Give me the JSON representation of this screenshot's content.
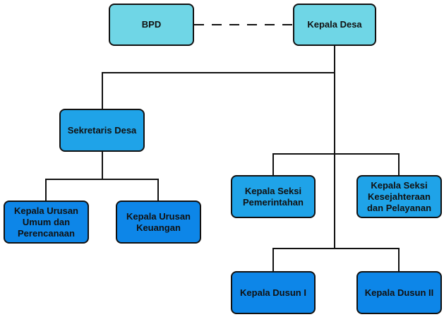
{
  "diagram": {
    "type": "organization-chart",
    "colors": {
      "top_level": "#6fd6e6",
      "middle_level": "#1fa3e8",
      "lower_level": "#0d86e8",
      "border": "#111111",
      "connector": "#111111"
    },
    "nodes": {
      "bpd": "BPD",
      "kepala_desa": "Kepala Desa",
      "sekretaris_desa": "Sekretaris Desa",
      "kaur_umum": "Kepala Urusan\nUmum dan\nPerencanaan",
      "kaur_keuangan": "Kepala Urusan\nKeuangan",
      "kasi_pemerintahan": "Kepala Seksi\nPemerintahan",
      "kasi_kesejahteraan": "Kepala Seksi\nKesejahteraan\ndan Pelayanan",
      "kadus_1": "Kepala Dusun I",
      "kadus_2": "Kepala Dusun II"
    },
    "relations": [
      {
        "from": "BPD",
        "to": "Kepala Desa",
        "style": "dashed"
      },
      {
        "from": "Kepala Desa",
        "to": "Sekretaris Desa",
        "style": "solid"
      },
      {
        "from": "Sekretaris Desa",
        "to": "Kepala Urusan Umum dan Perencanaan",
        "style": "solid"
      },
      {
        "from": "Sekretaris Desa",
        "to": "Kepala Urusan Keuangan",
        "style": "solid"
      },
      {
        "from": "Kepala Desa",
        "to": "Kepala Seksi Pemerintahan",
        "style": "solid"
      },
      {
        "from": "Kepala Desa",
        "to": "Kepala Seksi Kesejahteraan dan Pelayanan",
        "style": "solid"
      },
      {
        "from": "Kepala Desa",
        "to": "Kepala Dusun I",
        "style": "solid"
      },
      {
        "from": "Kepala Desa",
        "to": "Kepala Dusun II",
        "style": "solid"
      }
    ]
  }
}
